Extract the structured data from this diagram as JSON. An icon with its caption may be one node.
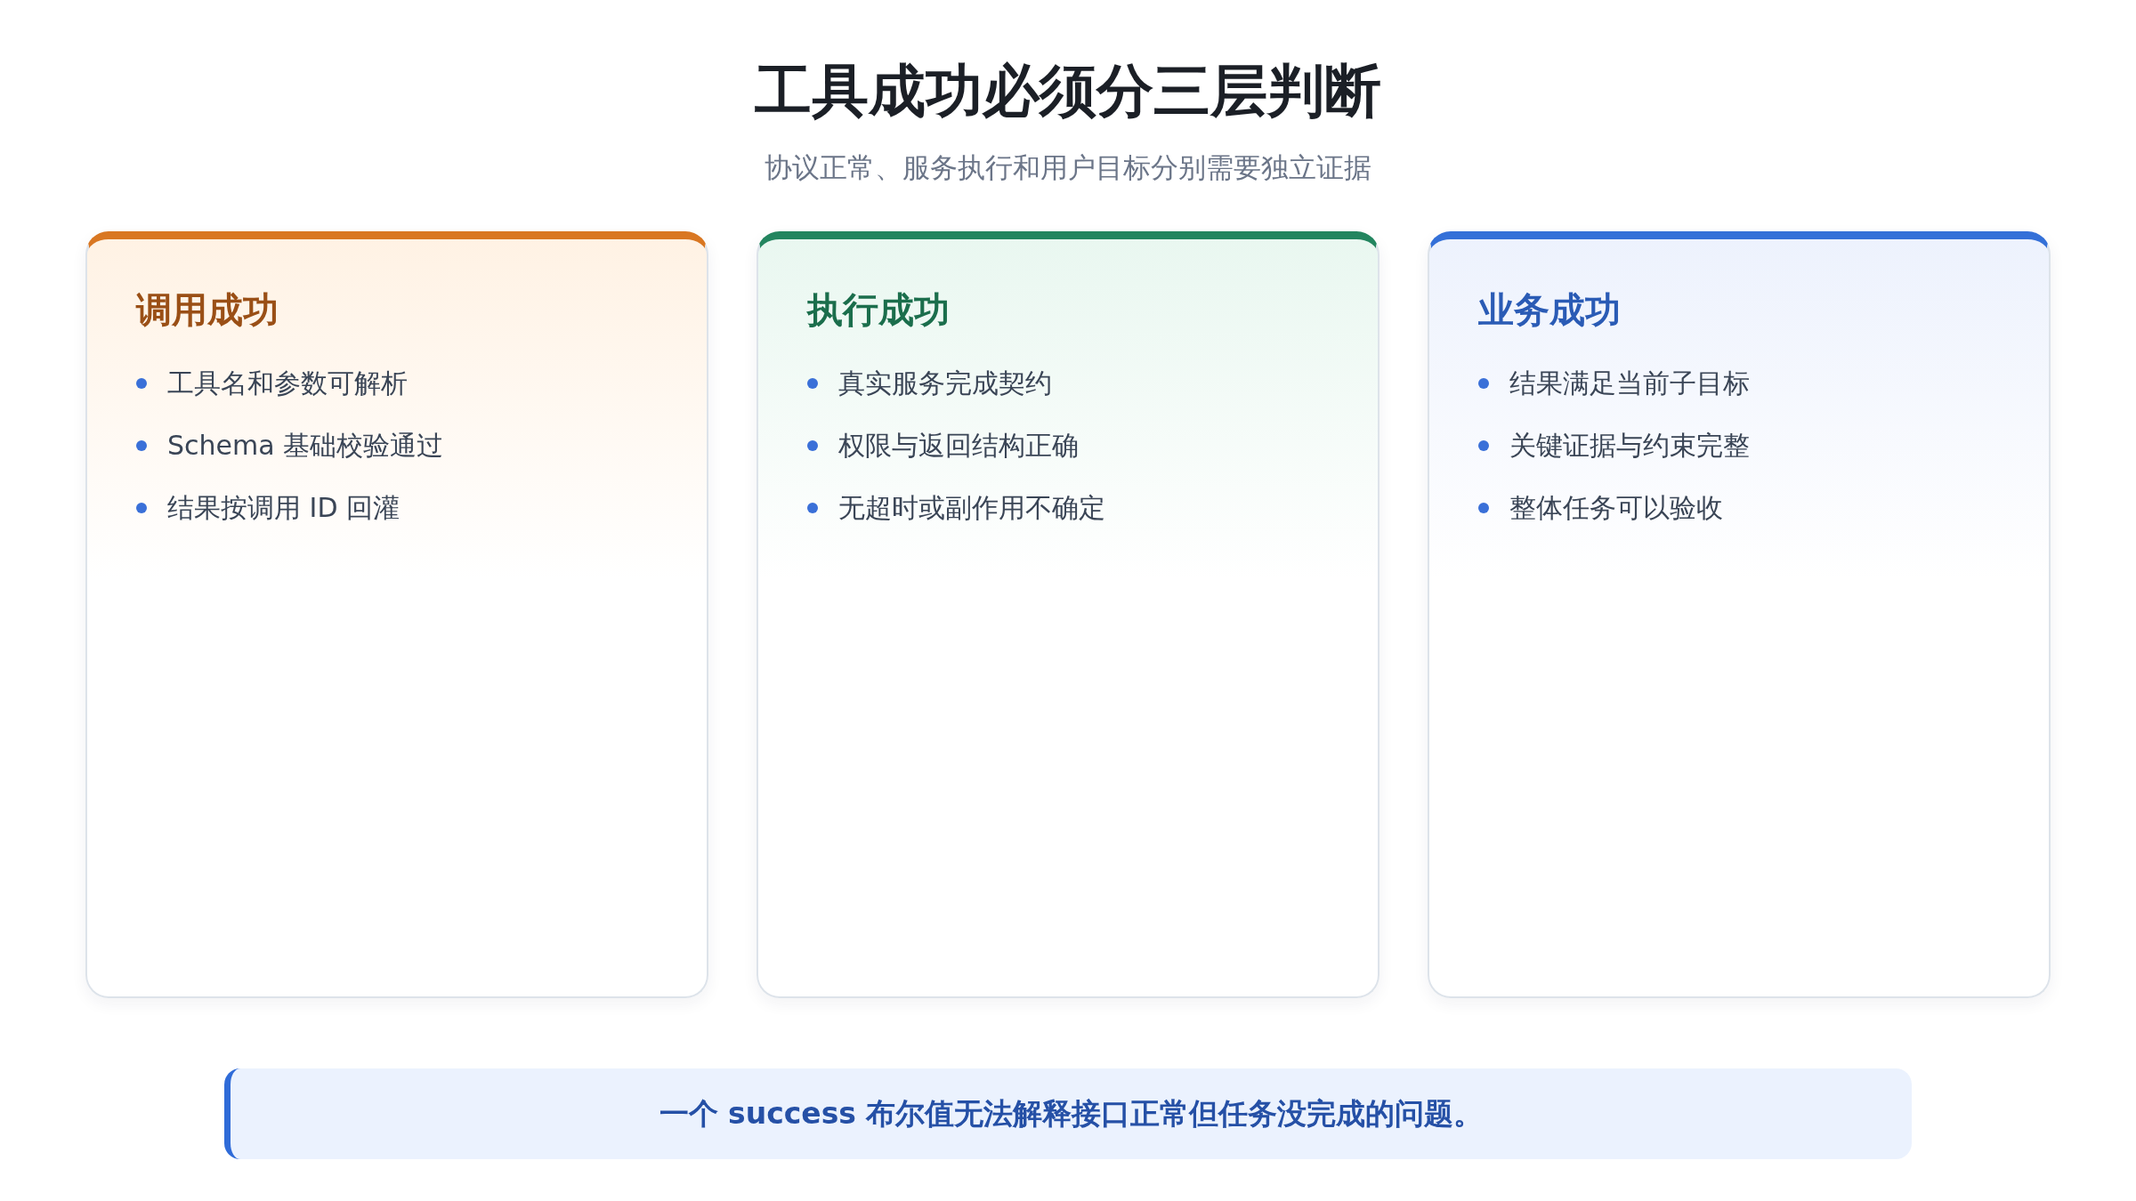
{
  "diagram": {
    "title": "工具成功必须分三层判断",
    "nodes": [
      {
        "text": [
          "调用成功",
          "工具名和参数可解析",
          "Schema 基础校验通过",
          "结果按调用 ID 回灌"
        ]
      },
      {
        "text": [
          "执行成功",
          "真实服务完成契约",
          "权限与返回结构正确",
          "无超时或副作用不确定"
        ]
      },
      {
        "text": [
          "业务成功",
          "结果满足当前子目标",
          "关键证据与约束完整",
          "整体任务可以验收"
        ]
      },
      {
        "text": [
          "一个 success 布尔值无法解释接口正常但任务没完成的问题。"
        ]
      }
    ],
    "labels": [
      "协议正常、服务执行和用户目标分别需要独立证据"
    ]
  }
}
